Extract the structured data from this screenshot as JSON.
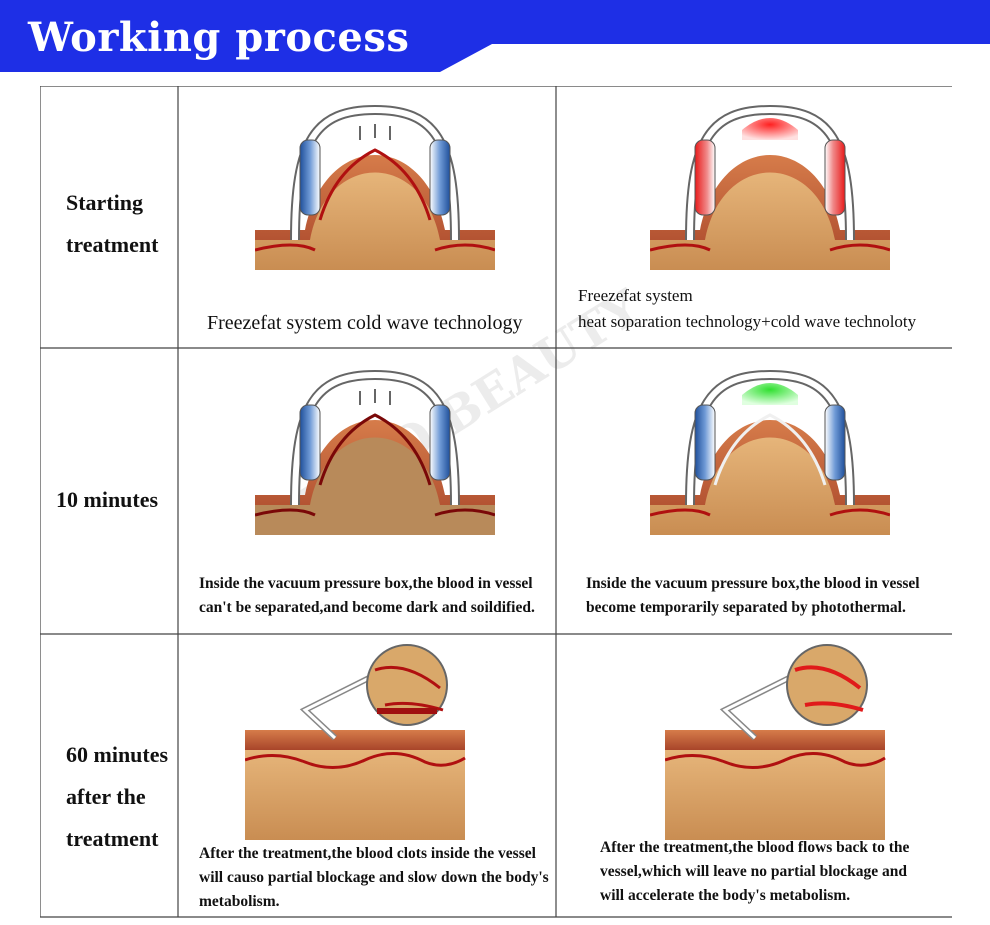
{
  "header": {
    "title": "Working process",
    "color": "#1e2fe6"
  },
  "rows": [
    {
      "label_lines": [
        "Starting",
        "treatment"
      ]
    },
    {
      "label_lines": [
        "10 minutes"
      ]
    },
    {
      "label_lines": [
        "60 minutes",
        "after the",
        "treatment"
      ]
    }
  ],
  "cells": {
    "r1c1": [
      "Freezefat system cold wave technology"
    ],
    "r1c2": [
      "Freezefat system",
      "heat soparation technology+cold wave technoloty"
    ],
    "r2c1": [
      "Inside the vacuum pressure box,the blood in vessel",
      "can't be separated,and become dark and soildified."
    ],
    "r2c2": [
      "Inside the vacuum pressure box,the blood in vessel",
      "become temporarily separated by photothermal."
    ],
    "r3c1": [
      "After the treatment,the blood clots inside the vessel",
      "will causo partial blockage and slow down the body's",
      "metabolism."
    ],
    "r3c2": [
      "After the treatment,the blood flows back to the",
      "vessel,which will leave no partial blockage and",
      "will accelerate the body's metabolism."
    ]
  },
  "watermark": [
    "F & Q BEAUTY"
  ],
  "colors": {
    "cold": "#2f5fa8",
    "heat": "#e02020",
    "light": "#3fe03f",
    "skin": "#c86a3a",
    "fat": "#d9a86a",
    "vessel": "#b01010"
  }
}
